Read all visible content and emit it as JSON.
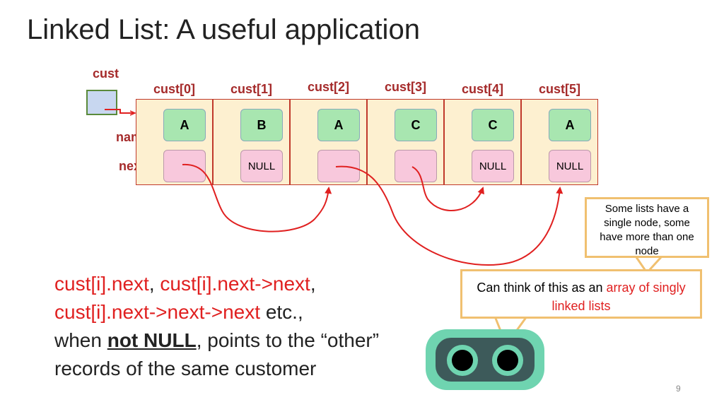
{
  "title": "Linked List: A useful application",
  "labels": {
    "cust": "cust",
    "name": "name",
    "next": "next"
  },
  "cells": [
    {
      "index": "cust[0]",
      "name": "A",
      "next": ""
    },
    {
      "index": "cust[1]",
      "name": "B",
      "next": "NULL"
    },
    {
      "index": "cust[2]",
      "name": "A",
      "next": ""
    },
    {
      "index": "cust[3]",
      "name": "C",
      "next": ""
    },
    {
      "index": "cust[4]",
      "name": "C",
      "next": "NULL"
    },
    {
      "index": "cust[5]",
      "name": "A",
      "next": "NULL"
    }
  ],
  "links": [
    {
      "from": "cust[0]",
      "to": "cust[2]"
    },
    {
      "from": "cust[2]",
      "to": "cust[5]"
    },
    {
      "from": "cust[3]",
      "to": "cust[4]"
    }
  ],
  "callout_top": "Some lists have a single node, some have more than one node",
  "callout_bottom": {
    "part1": "Can think of this as an ",
    "part2": "array of singly linked lists"
  },
  "bottom": {
    "l1a": "cust[i].next",
    "l1b": ", ",
    "l1c": "cust[i].next->next",
    "l1d": ",",
    "l2a": "cust[i].next->next->next",
    "l2b": " etc.,",
    "l3a": "when ",
    "l3b": "not NULL",
    "l3c": ", points to the “other”",
    "l4": "records of the same customer"
  },
  "page_number": "9",
  "colors": {
    "link": "#e02020",
    "label": "#a52a2a",
    "name_fill": "#a8e6b0",
    "next_fill": "#f8c8dc",
    "cell_fill": "#fdf0d0",
    "callout_border": "#f0c070",
    "robot": "#6fd4b0"
  }
}
